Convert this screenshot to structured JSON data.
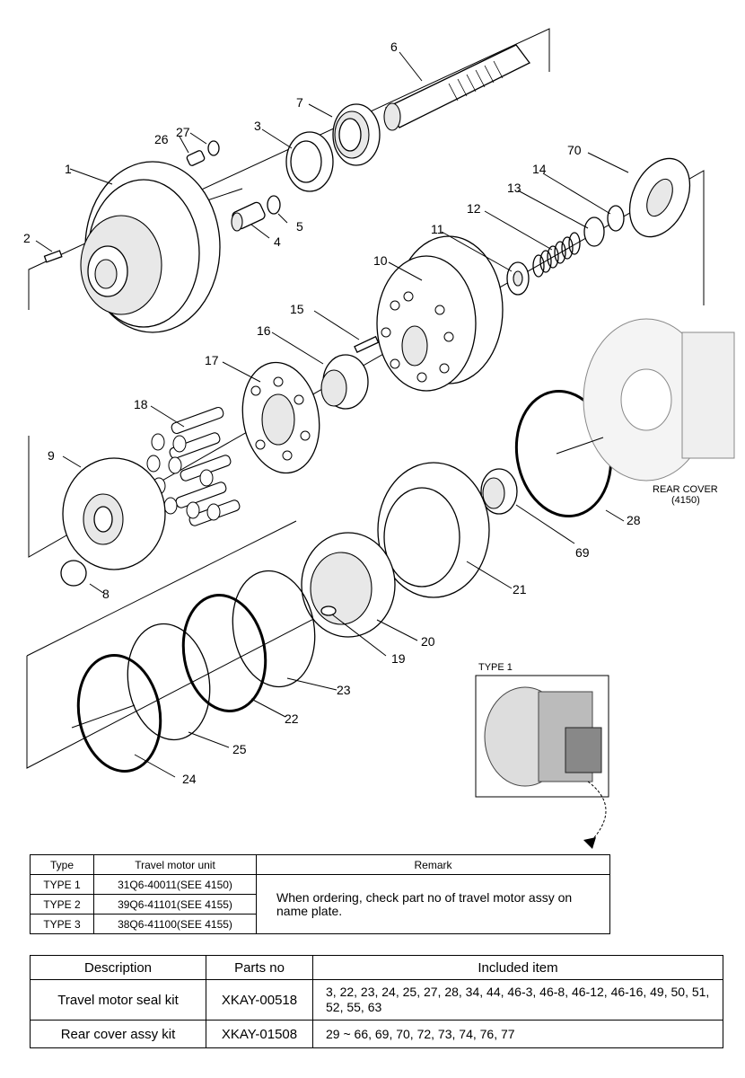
{
  "diagram": {
    "callouts": [
      "1",
      "2",
      "3",
      "4",
      "5",
      "6",
      "7",
      "8",
      "9",
      "10",
      "11",
      "12",
      "13",
      "14",
      "15",
      "16",
      "17",
      "18",
      "19",
      "20",
      "21",
      "22",
      "23",
      "24",
      "25",
      "26",
      "27",
      "28",
      "69",
      "70"
    ],
    "rear_cover_label": "REAR COVER",
    "rear_cover_ref": "(4150)",
    "type1_label": "TYPE 1"
  },
  "type_table": {
    "headers": [
      "Type",
      "Travel motor unit",
      "Remark"
    ],
    "rows": [
      {
        "type": "TYPE 1",
        "unit": "31Q6-40011(SEE 4150)"
      },
      {
        "type": "TYPE 2",
        "unit": "39Q6-41101(SEE 4155)"
      },
      {
        "type": "TYPE 3",
        "unit": "38Q6-41100(SEE 4155)"
      }
    ],
    "remark": "When ordering, check part no of travel motor assy on name plate."
  },
  "kit_table": {
    "headers": [
      "Description",
      "Parts no",
      "Included item"
    ],
    "rows": [
      {
        "description": "Travel motor seal kit",
        "parts_no": "XKAY-00518",
        "items": "3, 22, 23, 24, 25, 27, 28, 34, 44, 46-3, 46-8, 46-12, 46-16, 49, 50, 51, 52, 55, 63"
      },
      {
        "description": "Rear cover assy kit",
        "parts_no": "XKAY-01508",
        "items": "29 ~ 66, 69, 70, 72, 73, 74, 76, 77"
      }
    ]
  }
}
